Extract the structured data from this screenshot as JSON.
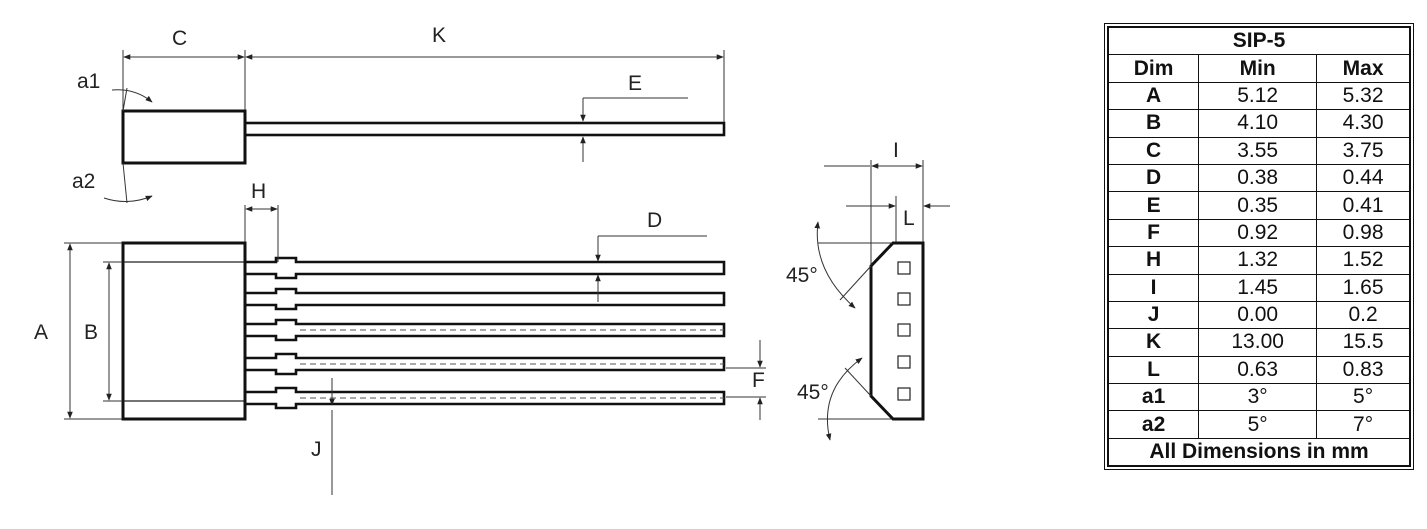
{
  "drawing": {
    "labels": {
      "C": "C",
      "K": "K",
      "a1": "a1",
      "a2": "a2",
      "E": "E",
      "H": "H",
      "D": "D",
      "A": "A",
      "B": "B",
      "F": "F",
      "J": "J",
      "I": "I",
      "L": "L",
      "angle_top": "45°",
      "angle_bottom": "45°"
    }
  },
  "table": {
    "title": "SIP-5",
    "headers": [
      "Dim",
      "Min",
      "Max"
    ],
    "rows": [
      {
        "dim": "A",
        "min": "5.12",
        "max": "5.32"
      },
      {
        "dim": "B",
        "min": "4.10",
        "max": "4.30"
      },
      {
        "dim": "C",
        "min": "3.55",
        "max": "3.75"
      },
      {
        "dim": "D",
        "min": "0.38",
        "max": "0.44"
      },
      {
        "dim": "E",
        "min": "0.35",
        "max": "0.41"
      },
      {
        "dim": "F",
        "min": "0.92",
        "max": "0.98"
      },
      {
        "dim": "H",
        "min": "1.32",
        "max": "1.52"
      },
      {
        "dim": "I",
        "min": "1.45",
        "max": "1.65"
      },
      {
        "dim": "J",
        "min": "0.00",
        "max": "0.2"
      },
      {
        "dim": "K",
        "min": "13.00",
        "max": "15.5"
      },
      {
        "dim": "L",
        "min": "0.63",
        "max": "0.83"
      },
      {
        "dim": "a1",
        "min": "3°",
        "max": "5°"
      },
      {
        "dim": "a2",
        "min": "5°",
        "max": "7°"
      }
    ],
    "footer": "All Dimensions in mm"
  }
}
